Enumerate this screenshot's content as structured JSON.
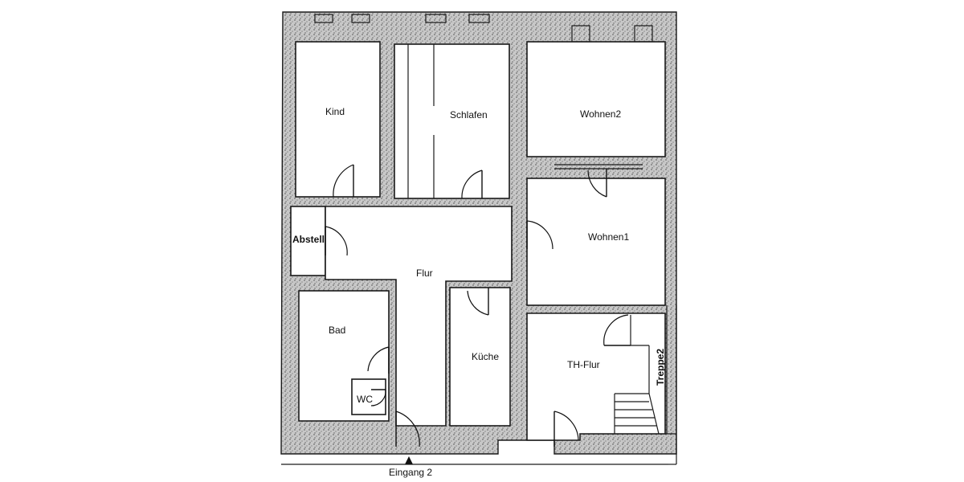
{
  "rooms": {
    "kind": "Kind",
    "schlafen": "Schlafen",
    "wohnen2": "Wohnen2",
    "abstell": "Abstell",
    "flur": "Flur",
    "wohnen1": "Wohnen1",
    "bad": "Bad",
    "kueche": "Küche",
    "th_flur": "TH-Flur",
    "wc": "WC"
  },
  "stairs_label": "Treppe2",
  "entrance_label": "Eingang 2",
  "colors": {
    "wall_fill": "#b5b5b5",
    "line": "#1a1a1a"
  }
}
